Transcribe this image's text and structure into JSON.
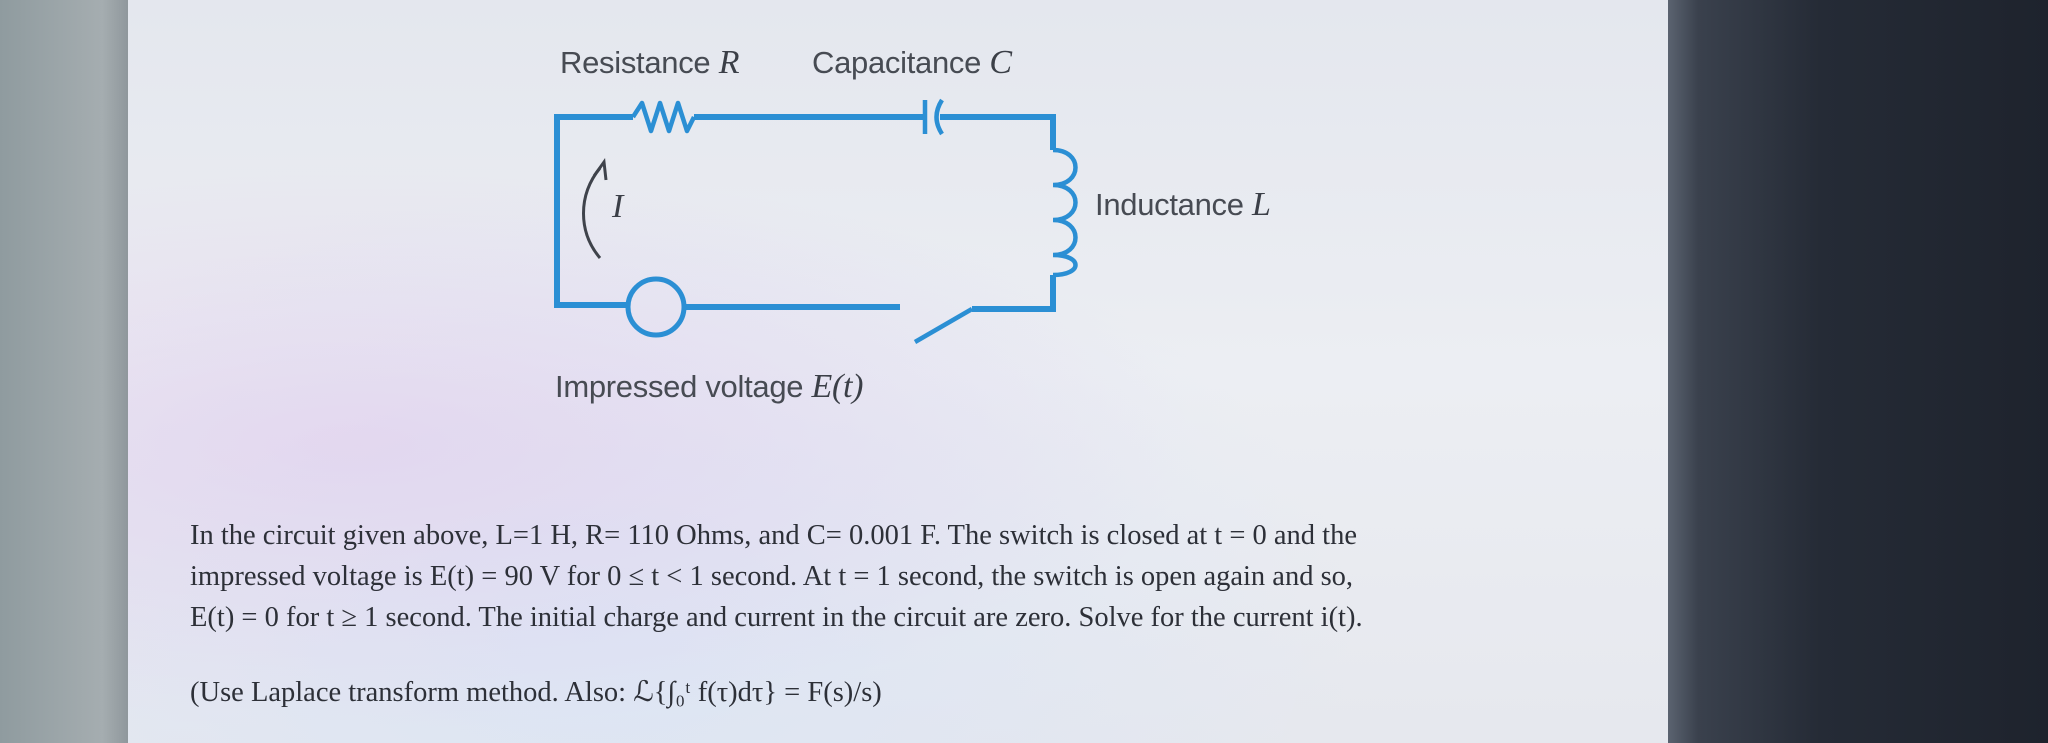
{
  "diagram": {
    "resistance_label": "Resistance",
    "resistance_symbol": "R",
    "capacitance_label": "Capacitance",
    "capacitance_symbol": "C",
    "inductance_label": "Inductance",
    "inductance_symbol": "L",
    "voltage_label": "Impressed voltage",
    "voltage_symbol": "E(t)",
    "current_symbol": "I"
  },
  "problem": {
    "line1": "In the circuit given above, L=1 H, R= 110 Ohms, and C= 0.001 F. The switch is closed at t = 0 and the",
    "line2": "impressed voltage is E(t) = 90 V  for  0 ≤ t < 1 second. At  t = 1 second, the switch is  open again and so,",
    "line3": "E(t) = 0  for t ≥ 1 second. The initial charge and current in the circuit are zero. Solve for the current  i(t).",
    "hint": "(Use Laplace transform method. Also: ℒ{∫₀ᵗ f(τ)dτ} = F(s)/s)"
  },
  "colors": {
    "wire": "#2b8fd4",
    "text": "#2d3038"
  }
}
